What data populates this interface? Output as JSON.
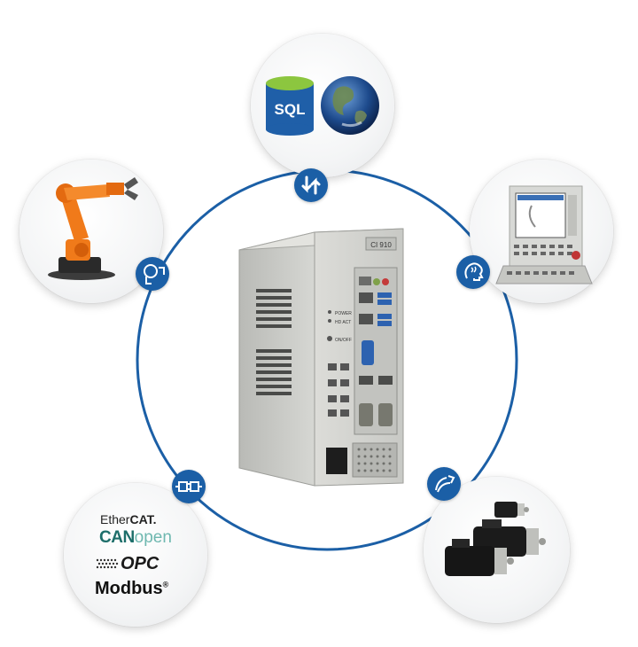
{
  "colors": {
    "ring": "#1b5fa6",
    "badge": "#1b5fa6",
    "robot_orange": "#f07a1a",
    "sql_blue": "#1f5fa8",
    "sql_green": "#8cc63f",
    "device_body": "#cfd0cc"
  },
  "center_device": {
    "name": "industrial-pc",
    "model_label": "CI 910",
    "status_labels": [
      "POWER",
      "HD ACT",
      "ON/OFF"
    ]
  },
  "nodes": [
    {
      "id": "database-cloud",
      "position": "top",
      "badge_icon": "up-down-arrows-icon",
      "images": [
        "sql-database-icon",
        "earth-globe-icon"
      ],
      "sql_label": "SQL"
    },
    {
      "id": "cnc-operator-panel",
      "position": "right",
      "badge_icon": "brain-head-icon"
    },
    {
      "id": "servo-motors",
      "position": "bottom-right",
      "badge_icon": "motion-profile-icon"
    },
    {
      "id": "fieldbus-protocols",
      "position": "bottom-left",
      "badge_icon": "plug-connector-icon",
      "logos": {
        "ethercat_a": "Ether",
        "ethercat_b": "CAT.",
        "canopen_a": "CAN",
        "canopen_b": "open",
        "opc": "OPC",
        "modbus": "Modbus",
        "modbus_reg": "®"
      }
    },
    {
      "id": "robot-arm",
      "position": "left",
      "badge_icon": "robot-hand-icon"
    }
  ]
}
